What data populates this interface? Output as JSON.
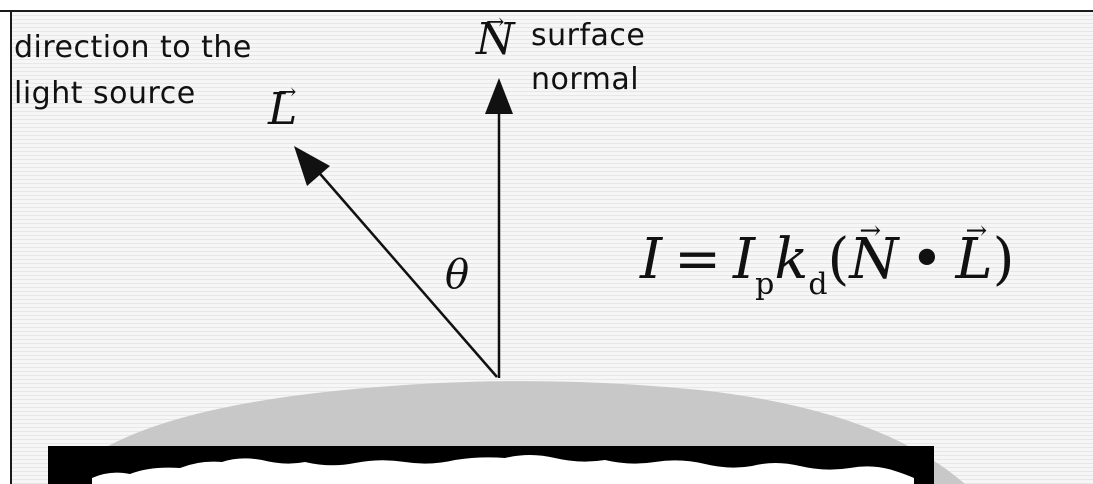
{
  "light_direction": {
    "line1": "direction to the",
    "line2": "light source",
    "vector_symbol": "L",
    "arrow_glyph": "⃗"
  },
  "surface_normal": {
    "vector_symbol": "N",
    "line1": "surface",
    "line2": "normal"
  },
  "angle": {
    "symbol": "θ"
  },
  "equation": {
    "lhs": "I",
    "equals": "=",
    "Ip_base": "I",
    "Ip_sub": "p",
    "kd_base": "k",
    "kd_sub": "d",
    "open_paren": "(",
    "N": "N",
    "dot": "•",
    "L": "L",
    "close_paren": ")",
    "vector_bar": "⃗"
  },
  "colors": {
    "surface_gray": "#c8c8c8",
    "ink": "#111111"
  }
}
